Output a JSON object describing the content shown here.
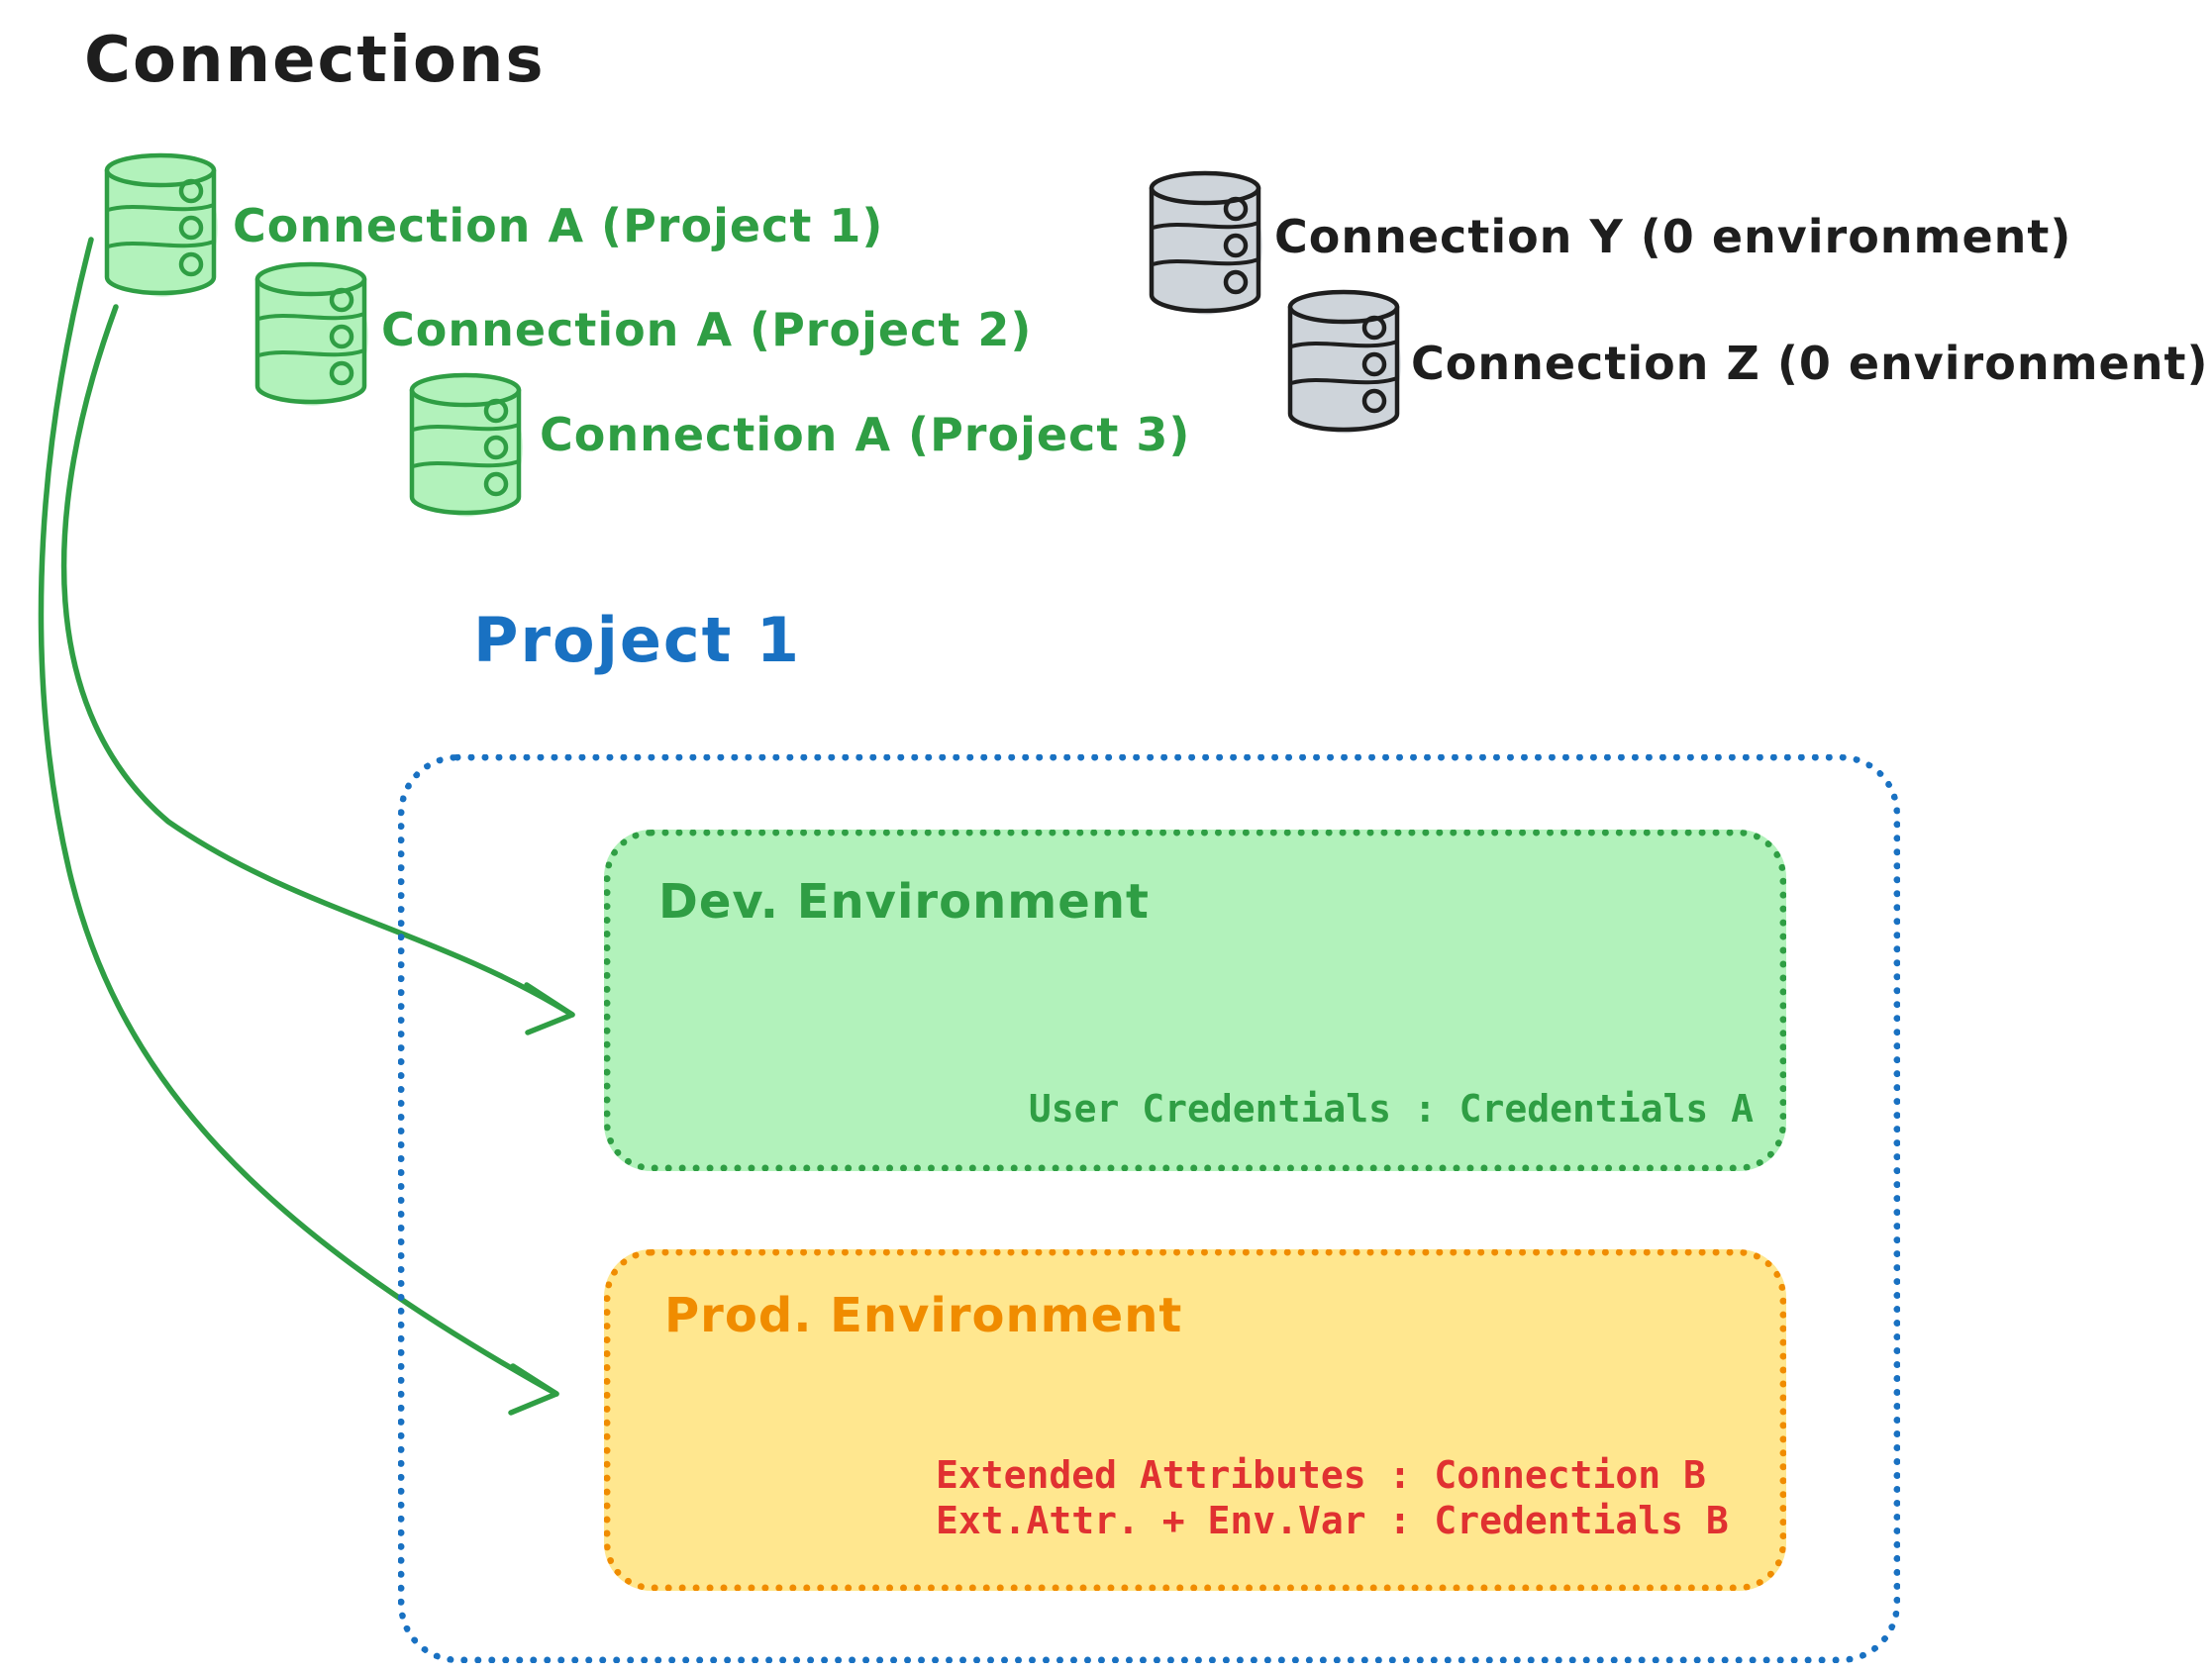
{
  "title": "Connections",
  "palette": {
    "ink": "#1e1e1e",
    "green": "#2f9e44",
    "green_fill": "#b2f2bb",
    "gray_stroke": "#1e1e1e",
    "gray_fill": "#ced4da",
    "blue": "#1971c2",
    "orange": "#f08c00",
    "yellow_fill": "#ffe78f",
    "red": "#e03131"
  },
  "green_connections": [
    {
      "icon": "database-icon",
      "label": "Connection A (Project 1)"
    },
    {
      "icon": "database-icon",
      "label": "Connection A (Project 2)"
    },
    {
      "icon": "database-icon",
      "label": "Connection A (Project 3)"
    }
  ],
  "gray_connections": [
    {
      "icon": "database-icon",
      "label": "Connection Y (0 environment)"
    },
    {
      "icon": "database-icon",
      "label": "Connection Z (0 environment)"
    }
  ],
  "project": {
    "title": "Project 1",
    "dev": {
      "name": "Dev. Environment",
      "credential_line": "User Credentials : Credentials A"
    },
    "prod": {
      "name": "Prod. Environment",
      "line1": "Extended Attributes : Connection B",
      "line2": "Ext.Attr. + Env.Var : Credentials B"
    }
  },
  "arrows": [
    {
      "name": "connection-a-to-dev-environment"
    },
    {
      "name": "connection-a-to-prod-environment"
    }
  ]
}
